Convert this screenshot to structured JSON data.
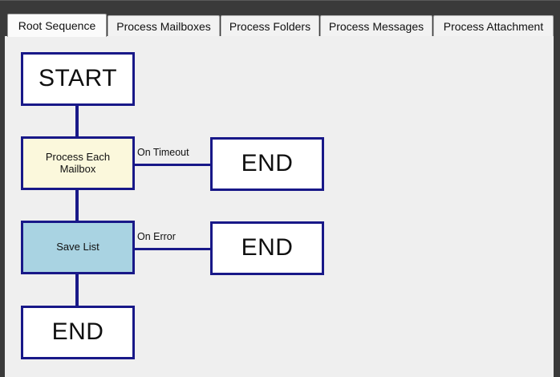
{
  "window": {
    "chrome_color": "#3a3a3a",
    "canvas_color": "#efefef"
  },
  "tabs": {
    "items": [
      {
        "label": "Root Sequence",
        "active": true
      },
      {
        "label": "Process Mailboxes",
        "active": false
      },
      {
        "label": "Process Folders",
        "active": false
      },
      {
        "label": "Process Messages",
        "active": false
      },
      {
        "label": "Process Attachment",
        "active": false
      }
    ]
  },
  "diagram": {
    "colors": {
      "stroke": "#181888",
      "node_white": "#ffffff",
      "node_cream": "#fbf8dc",
      "node_blue": "#a9d3e2"
    },
    "nodes": [
      {
        "id": "start",
        "label": "START",
        "fill": "white"
      },
      {
        "id": "process",
        "label": "Process Each\nMailbox",
        "fill": "cream"
      },
      {
        "id": "timeout_end",
        "label": "END",
        "fill": "white"
      },
      {
        "id": "save",
        "label": "Save List",
        "fill": "blue"
      },
      {
        "id": "error_end",
        "label": "END",
        "fill": "white"
      },
      {
        "id": "final_end",
        "label": "END",
        "fill": "white"
      }
    ],
    "edge_labels": [
      {
        "id": "on_timeout",
        "label": "On Timeout"
      },
      {
        "id": "on_error",
        "label": "On Error"
      }
    ]
  }
}
